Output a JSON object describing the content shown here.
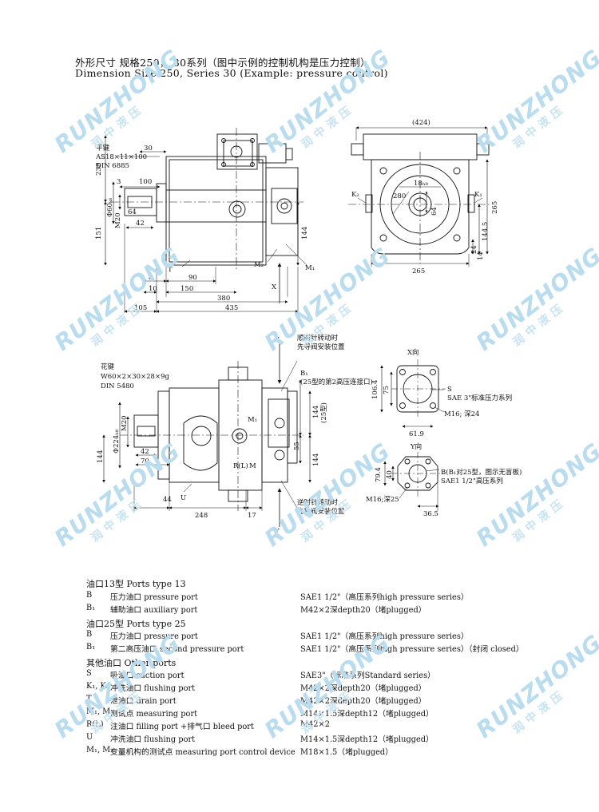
{
  "header": {
    "title_cn": "外形尺寸 规格250， 30系列（图中示例的控制机构是压力控制）",
    "title_en": "Dimension Size 250, Series 30 (Example: pressure control)"
  },
  "view1": {
    "key_label_cn": "平键",
    "key_spec": "AS18×11×100",
    "key_std": "DIN 6885",
    "dims": {
      "d30": "30",
      "d238": "238",
      "d3": "3",
      "d100": "100",
      "d60": "Φ60ₖ₆",
      "dM20": "M20",
      "d64": "64",
      "d42": "42",
      "d151": "151",
      "d144": "144",
      "d8": "8",
      "d90": "90",
      "d10": "10",
      "d150": "150",
      "d380": "380",
      "d105": "105",
      "d435": "435"
    },
    "labels": {
      "T": "T",
      "M2": "M₂",
      "M1": "M₁",
      "X": "X"
    }
  },
  "view_side": {
    "dims": {
      "d424": "(424)",
      "d18": "18ₕ₈",
      "d280": "280",
      "d64": "64",
      "d265r": "265",
      "d1445": "144.5",
      "d24": "24",
      "d14": "14",
      "d265b": "265"
    },
    "labels": {
      "K2": "K₂",
      "K1": "K₁"
    }
  },
  "view2": {
    "spline_label_cn": "花键",
    "spline_spec": "W60×2×30×28×9g",
    "spline_std": "DIN 5480",
    "cw_note_1": "顺时针转动时",
    "cw_note_2": "先导阀安装位置",
    "ccw_note_1": "逆时针转动时",
    "ccw_note_2": "先导阀安装位置",
    "b1_label": "B₁",
    "b1_note": "(25型的第2高压连接口)",
    "dims": {
      "d224": "Φ224ₕ₈",
      "dM20": "M20",
      "d42": "42",
      "d70": "70",
      "d144a": "144",
      "d144b": "144",
      "d25": "(25型)",
      "d55": "55",
      "d144c": "144",
      "d44": "44",
      "d248": "248",
      "d17": "17"
    },
    "labels": {
      "Y": "Y",
      "U": "U",
      "RL": "R(L)",
      "M": "M",
      "M1": "M₁"
    }
  },
  "view_x": {
    "title": "X向",
    "dims": {
      "d1064": "106.4",
      "d75": "75",
      "d619": "61.9"
    },
    "s_label": "S",
    "s_note": "SAE 3\"标准压力系列",
    "thread": "M16; 深24"
  },
  "view_y": {
    "title": "Y向",
    "dims": {
      "d794": "79.4",
      "d40": "40",
      "d365": "36.5"
    },
    "b_note": "B(B₁对25型，图示无盲板)",
    "b_note2": "SAE1 1/2\"高压系列",
    "thread": "M16;深25"
  },
  "ports": {
    "sec13": "油口13型 Ports type 13",
    "rows13": [
      {
        "code": "B",
        "desc": "压力油口 pressure port",
        "spec": "SAE1 1/2\"（高压系列high pressure series）"
      },
      {
        "code": "B₁",
        "desc": "辅助油口 auxiliary port",
        "spec": "M42×2深depth20（堵plugged）"
      }
    ],
    "sec25": "油口25型 Ports type 25",
    "rows25": [
      {
        "code": "B",
        "desc": "压力油口 pressure port",
        "spec": "SAE1 1/2\"（高压系列high pressure series）"
      },
      {
        "code": "B₁",
        "desc": "第二高压油口 second pressure port",
        "spec": "SAE1 1/2\"（高压系列high pressure series）（封闭 closed）"
      }
    ],
    "secOther": "其他油口 Other ports",
    "rowsOther": [
      {
        "code": "S",
        "desc": "吸油口 suction port",
        "spec": "SAE3\"（标准系列Standard series）"
      },
      {
        "code": "K₁, K₂",
        "desc": "冲洗油口 flushing port",
        "spec": "M42×2深depth20（堵plugged）"
      },
      {
        "code": "T",
        "desc": "泄油口 drain port",
        "spec": "M42×2深depth20（堵plugged）"
      },
      {
        "code": "M₁, M₂",
        "desc": "测试点 measuring port",
        "spec": "M14×1.5深depth12（堵plugged）"
      },
      {
        "code": "R(L)",
        "desc": "注油口 filling port +排气口 bleed port",
        "spec": "M42×2"
      },
      {
        "code": "U",
        "desc": "冲洗油口 flushing port",
        "spec": "M14×1.5深depth12（堵plugged）"
      },
      {
        "code": "M₁, M₂",
        "desc": "变量机构的测试点 measuring port control device",
        "spec": "M18×1.5（堵plugged）"
      }
    ]
  },
  "watermark": {
    "brand": "RUNZHONG",
    "cn": "润中液压"
  }
}
